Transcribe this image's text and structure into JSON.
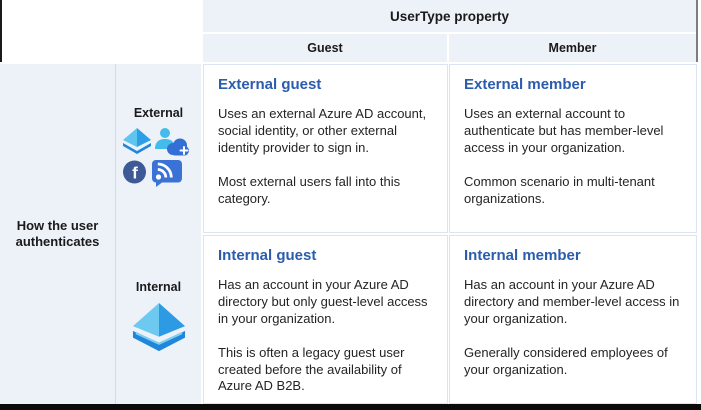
{
  "header": {
    "title": "UserType property",
    "columns": [
      {
        "label": "Guest"
      },
      {
        "label": "Member"
      }
    ]
  },
  "left_panel": {
    "axis_label_line1": "How the user",
    "axis_label_line2": "authenticates",
    "rows": [
      {
        "label": "External",
        "icons": [
          "azure-ad-small-icon",
          "external-user-cloud-icon",
          "facebook-icon",
          "rss-icon"
        ]
      },
      {
        "label": "Internal",
        "icons": [
          "azure-ad-icon"
        ]
      }
    ]
  },
  "cells": [
    {
      "title": "External guest",
      "paragraphs": [
        "Uses an external Azure AD account, social identity, or other external identity provider to sign in.",
        "Most external users fall into this category."
      ]
    },
    {
      "title": "External member",
      "paragraphs": [
        "Uses an external account to authenticate but has member-level access in your organization.",
        "Common scenario in multi-tenant organizations."
      ]
    },
    {
      "title": "Internal guest",
      "paragraphs": [
        "Has an account in your Azure AD directory but only guest-level access in your organization.",
        "This is often a legacy guest user created before the availability of Azure AD B2B."
      ]
    },
    {
      "title": "Internal member",
      "paragraphs": [
        "Has an account in your Azure AD directory and member-level access in your organization.",
        "Generally considered employees of your organization."
      ]
    }
  ],
  "colors": {
    "header_bg": "#edf2f9",
    "panel_bg": "#edf2f9",
    "cell_border": "#dbe4f1",
    "title_blue": "#2b5cad",
    "body_text": "#242424",
    "bottom_bar": "#0a0a0a",
    "facebook_blue": "#3d5a96",
    "rss_blue": "#3a72d6",
    "azure_cyan": "#6ec9f0",
    "azure_blue": "#2d9be4"
  }
}
